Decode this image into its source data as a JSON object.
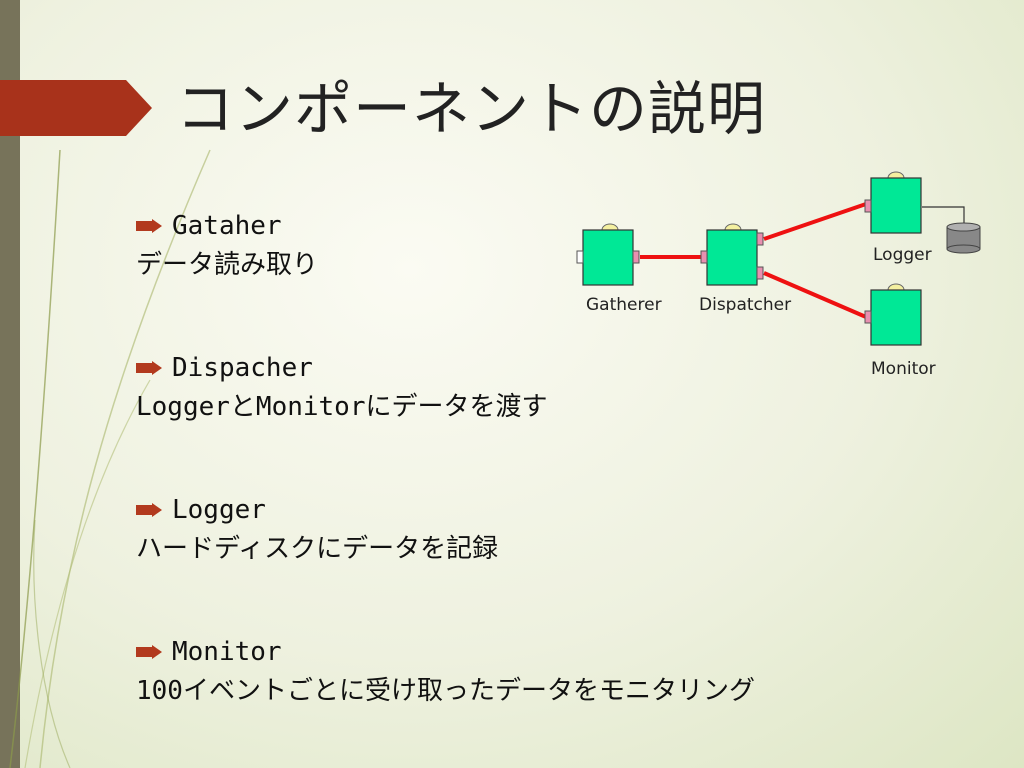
{
  "title": "コンポーネントの説明",
  "items": [
    {
      "name": "Gataher",
      "description": "データ読み取り"
    },
    {
      "name": "Dispacher",
      "description": "LoggerとMonitorにデータを渡す"
    },
    {
      "name": "Logger",
      "description": "ハードディスクにデータを記録"
    },
    {
      "name": "Monitor",
      "description": "100イベントごとに受け取ったデータをモニタリング"
    }
  ],
  "diagram": {
    "labels": {
      "gatherer": "Gatherer",
      "dispatcher": "Dispatcher",
      "logger": "Logger",
      "monitor": "Monitor"
    },
    "colors": {
      "component": "#00e896",
      "connection": "#ee1111",
      "port": "#e890b0"
    }
  },
  "theme": {
    "accent": "#a8321b",
    "sidebar": "#77735a"
  }
}
